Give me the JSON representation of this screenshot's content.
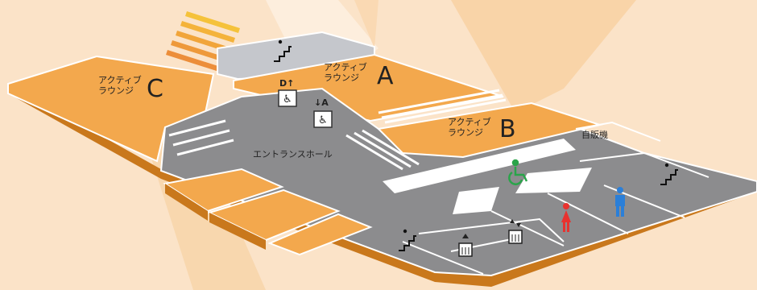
{
  "lounges": [
    {
      "name": "アクティブ\nラウンジ",
      "letter": "A"
    },
    {
      "name": "アクティブ\nラウンジ",
      "letter": "B"
    },
    {
      "name": "アクティブ\nラウンジ",
      "letter": "C"
    }
  ],
  "areas": {
    "entrance_hall": "エントランスホール",
    "vending": "自販機"
  },
  "elevator_tags": {
    "d_up": "D↑",
    "a_down": "↓A"
  },
  "icons": [
    "stairs-up-icon",
    "wheelchair-elevator-icon",
    "wheelchair-accessible-icon",
    "female-restroom-icon",
    "male-restroom-icon",
    "elevator-up-icon",
    "elevator-updown-icon"
  ],
  "colors": {
    "background": "#fbe3c8",
    "lounge_orange": "#f3a84d",
    "floor_gray": "#8c8c8e",
    "wall_edge": "#c9781c",
    "white": "#ffffff",
    "female": "#e8322f",
    "male": "#2b7fd8",
    "accessible": "#2aa44a"
  }
}
